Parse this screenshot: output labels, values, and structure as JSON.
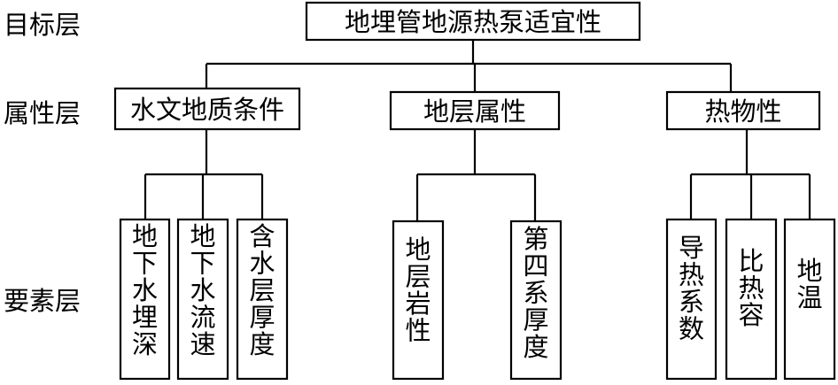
{
  "levels": {
    "goal": "目标层",
    "attribute": "属性层",
    "element": "要素层"
  },
  "goal": "地埋管地源热泵适宜性",
  "attributes": [
    {
      "label": "水文地质条件",
      "elements": [
        "地下水埋深",
        "地下水流速",
        "含水层厚度"
      ]
    },
    {
      "label": "地层属性",
      "elements": [
        "地层岩性",
        "第四系厚度"
      ]
    },
    {
      "label": "热物性",
      "elements": [
        "导热系数",
        "比热容",
        "地温"
      ]
    }
  ]
}
